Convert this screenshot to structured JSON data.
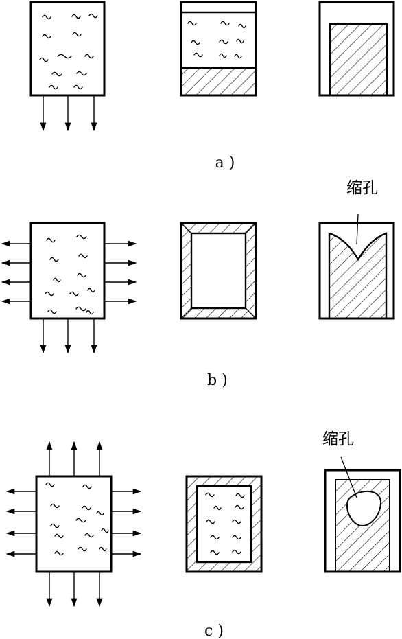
{
  "rows": [
    {
      "label": "a )"
    },
    {
      "label": "b )",
      "annotation": "缩孔"
    },
    {
      "label": "c )",
      "annotation": "缩孔"
    }
  ]
}
